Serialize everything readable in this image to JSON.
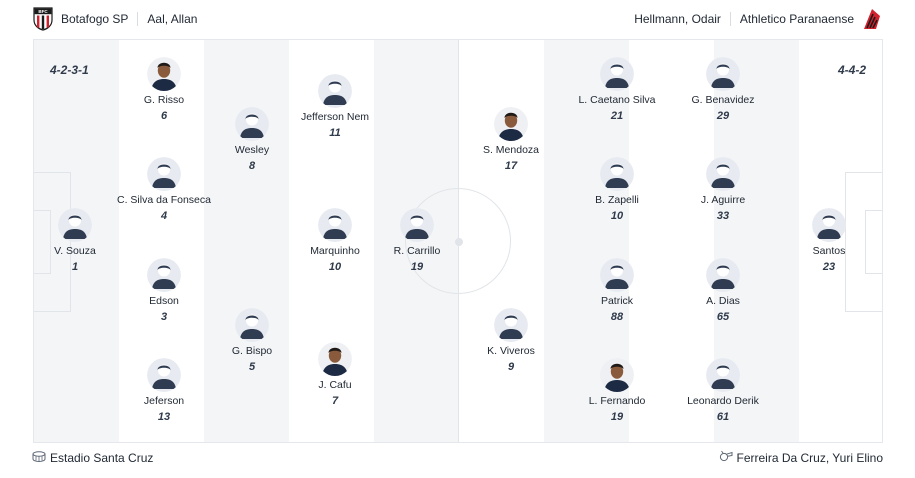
{
  "header": {
    "home": {
      "team": "Botafogo SP",
      "coach": "Aal, Allan",
      "crest_icon": "botafogo-sp-crest-icon"
    },
    "away": {
      "coach": "Hellmann, Odair",
      "team": "Athletico Paranaense",
      "crest_icon": "athletico-paranaense-crest-icon"
    }
  },
  "formations": {
    "home": "4-2-3-1",
    "away": "4-4-2"
  },
  "players": {
    "home": [
      {
        "name": "V. Souza",
        "number": "1",
        "photo": "generic"
      },
      {
        "name": "G. Risso",
        "number": "6",
        "photo": "real"
      },
      {
        "name": "C. Silva da Fonseca",
        "number": "4",
        "photo": "generic"
      },
      {
        "name": "Edson",
        "number": "3",
        "photo": "generic"
      },
      {
        "name": "Jeferson",
        "number": "13",
        "photo": "generic"
      },
      {
        "name": "Wesley",
        "number": "8",
        "photo": "generic"
      },
      {
        "name": "G. Bispo",
        "number": "5",
        "photo": "generic"
      },
      {
        "name": "Jefferson Nem",
        "number": "11",
        "photo": "generic"
      },
      {
        "name": "Marquinho",
        "number": "10",
        "photo": "generic"
      },
      {
        "name": "J. Cafu",
        "number": "7",
        "photo": "real"
      },
      {
        "name": "R. Carrillo",
        "number": "19",
        "photo": "generic"
      }
    ],
    "away": [
      {
        "name": "S. Mendoza",
        "number": "17",
        "photo": "real"
      },
      {
        "name": "K. Viveros",
        "number": "9",
        "photo": "generic"
      },
      {
        "name": "L. Caetano Silva",
        "number": "21",
        "photo": "generic"
      },
      {
        "name": "B. Zapelli",
        "number": "10",
        "photo": "generic"
      },
      {
        "name": "Patrick",
        "number": "88",
        "photo": "generic"
      },
      {
        "name": "L. Fernando",
        "number": "19",
        "photo": "real"
      },
      {
        "name": "G. Benavidez",
        "number": "29",
        "photo": "generic"
      },
      {
        "name": "J. Aguirre",
        "number": "33",
        "photo": "generic"
      },
      {
        "name": "A. Dias",
        "number": "65",
        "photo": "generic"
      },
      {
        "name": "Leonardo Derik",
        "number": "61",
        "photo": "generic"
      },
      {
        "name": "Santos",
        "number": "23",
        "photo": "generic"
      }
    ]
  },
  "footer": {
    "venue": "Estadio Santa Cruz",
    "venue_icon": "stadium-icon",
    "referee": "Ferreira Da Cruz, Yuri Elino",
    "referee_icon": "whistle-icon"
  },
  "colors": {
    "pitch_light": "#f4f5f7",
    "pitch_stripe": "#ffffff",
    "pitch_line": "#e1e4e8",
    "avatar_bg": "#e7ebf1",
    "avatar_shirt": "#2f3c52",
    "text": "#222a35",
    "athletico_red": "#d4202c"
  }
}
